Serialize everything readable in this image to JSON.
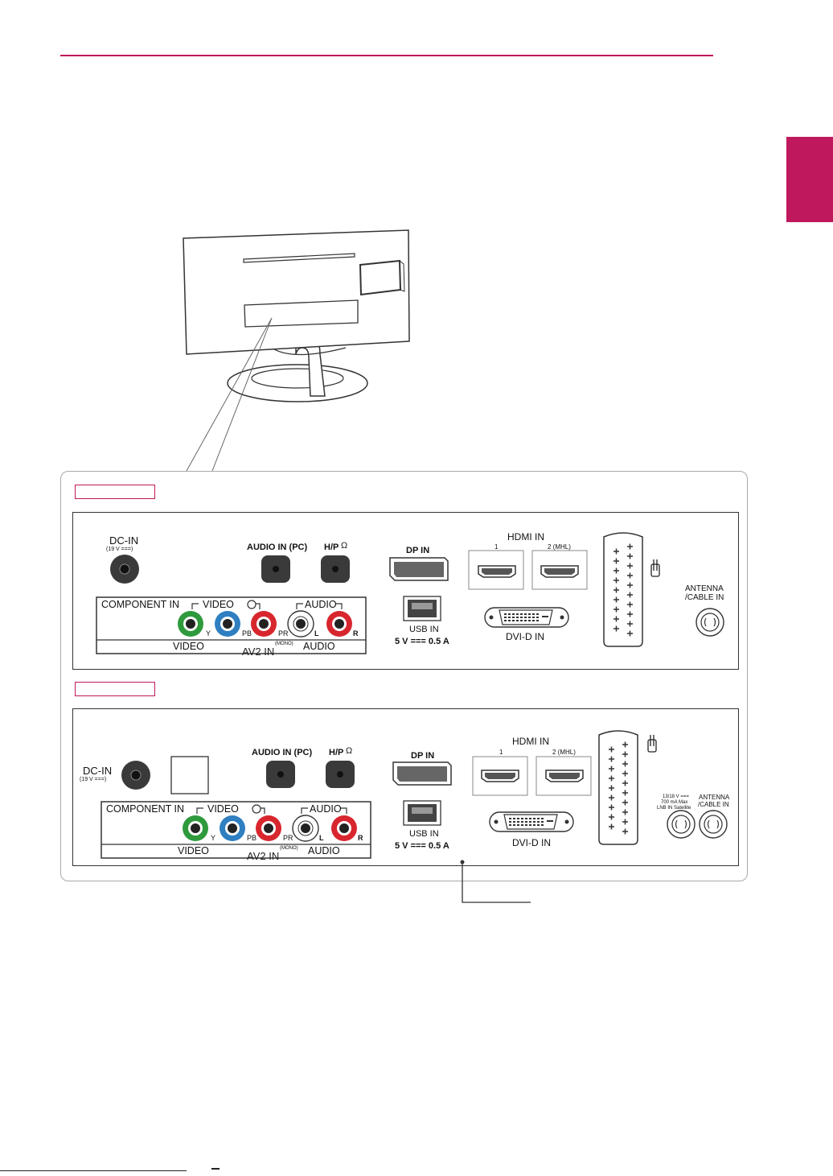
{
  "colors": {
    "accent": "#c0185c",
    "rca_green": "#2e9a3c",
    "rca_blue": "#2f7fc1",
    "rca_red": "#d8262e",
    "rca_white": "#ffffff",
    "jack_dark": "#3a3a3a"
  },
  "panel_1": {
    "dc_in": "DC-IN",
    "dc_rating": "(19 V ===)",
    "audio_in_pc": "AUDIO IN (PC)",
    "hp": "H/P",
    "dp_in": "DP IN",
    "usb_in": "USB IN",
    "usb_rating": "5 V === 0.5 A",
    "hdmi_in": "HDMI IN",
    "hdmi_1": "1",
    "hdmi_2": "2 (MHL)",
    "dvi_in": "DVI-D IN",
    "antenna": "ANTENNA",
    "cable_in": "/CABLE IN",
    "component_in": "COMPONENT IN",
    "video_top": "VIDEO",
    "audio_top": "AUDIO",
    "y": "Y",
    "pb": "PB",
    "pr": "PR",
    "l": "L",
    "r": "R",
    "video_bottom": "VIDEO",
    "av2_in": "AV2 IN",
    "mono": "(MONO)",
    "audio_bottom": "AUDIO"
  },
  "panel_2": {
    "dc_in": "DC-IN",
    "dc_rating": "(19 V ===)",
    "audio_in_pc": "AUDIO IN (PC)",
    "hp": "H/P",
    "dp_in": "DP IN",
    "usb_in": "USB IN",
    "usb_rating": "5 V === 0.5 A",
    "hdmi_in": "HDMI IN",
    "hdmi_1": "1",
    "hdmi_2": "2 (MHL)",
    "dvi_in": "DVI-D IN",
    "lnb_line1": "13/18 V ===",
    "lnb_line2": "700 mA Max",
    "lnb_line3": "LNB IN Satellite",
    "antenna": "ANTENNA",
    "cable_in": "/CABLE IN",
    "component_in": "COMPONENT IN",
    "video_top": "VIDEO",
    "audio_top": "AUDIO",
    "y": "Y",
    "pb": "PB",
    "pr": "PR",
    "l": "L",
    "r": "R",
    "video_bottom": "VIDEO",
    "av2_in": "AV2 IN",
    "mono": "(MONO)",
    "audio_bottom": "AUDIO"
  }
}
